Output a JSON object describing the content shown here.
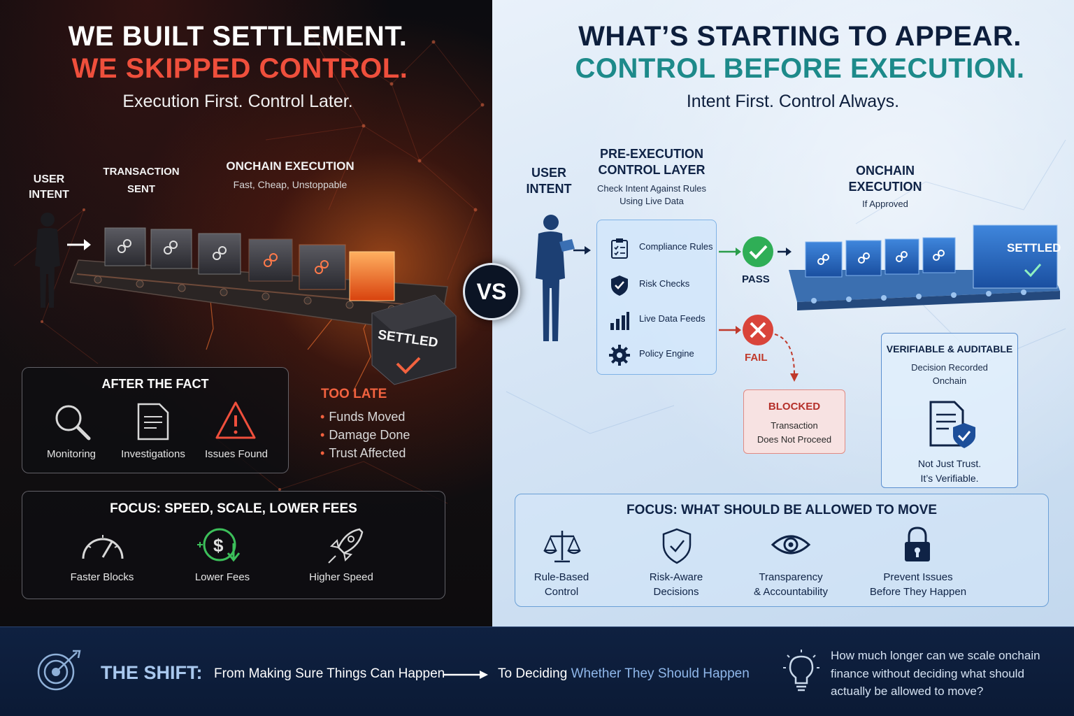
{
  "left": {
    "title_line1": "WE BUILT SETTLEMENT.",
    "title_line2": "WE SKIPPED CONTROL.",
    "subtitle": "Execution First. Control Later.",
    "flow": {
      "user_intent": "USER\nINTENT",
      "transaction_sent": "TRANSACTION\nSENT",
      "onchain_title": "ONCHAIN EXECUTION",
      "onchain_sub": "Fast, Cheap, Unstoppable",
      "settled": "SETTLED"
    },
    "after_the_fact": {
      "title": "AFTER THE FACT",
      "items": [
        {
          "label": "Monitoring",
          "icon": "magnifier-icon"
        },
        {
          "label": "Investigations",
          "icon": "document-icon"
        },
        {
          "label": "Issues Found",
          "icon": "warning-icon"
        }
      ]
    },
    "too_late": {
      "title": "TOO LATE",
      "items": [
        "Funds Moved",
        "Damage Done",
        "Trust Affected"
      ]
    },
    "focus": {
      "title": "FOCUS: SPEED, SCALE, LOWER FEES",
      "items": [
        {
          "label": "Faster Blocks",
          "icon": "speedometer-icon"
        },
        {
          "label": "Lower Fees",
          "icon": "dollar-down-icon"
        },
        {
          "label": "Higher Speed",
          "icon": "rocket-icon"
        }
      ]
    },
    "accent_color": "#ef4f3c"
  },
  "vs_label": "VS",
  "right": {
    "title_line1": "WHAT’S STARTING TO APPEAR.",
    "title_line2": "CONTROL BEFORE EXECUTION.",
    "subtitle": "Intent First. Control Always.",
    "flow": {
      "user_intent": "USER\nINTENT",
      "pre_exec_title": "PRE-EXECUTION\nCONTROL LAYER",
      "pre_exec_sub": "Check Intent Against Rules\nUsing Live Data",
      "onchain_title": "ONCHAIN\nEXECUTION",
      "onchain_sub": "If Approved",
      "settled": "SETTLED",
      "pass": "PASS",
      "fail": "FAIL"
    },
    "control_items": [
      {
        "label": "Compliance Rules",
        "icon": "clipboard-checklist-icon"
      },
      {
        "label": "Risk Checks",
        "icon": "shield-check-icon"
      },
      {
        "label": "Live Data Feeds",
        "icon": "bar-chart-icon"
      },
      {
        "label": "Policy Engine",
        "icon": "gear-icon"
      }
    ],
    "blocked": {
      "title": "BLOCKED",
      "text": "Transaction\nDoes Not Proceed"
    },
    "verifiable": {
      "title": "VERIFIABLE & AUDITABLE",
      "text": "Decision Recorded\nOnchain",
      "bottom": "Not Just Trust.\nIt’s Verifiable."
    },
    "focus": {
      "title": "FOCUS: WHAT SHOULD BE ALLOWED TO MOVE",
      "items": [
        {
          "label": "Rule-Based\nControl",
          "icon": "scales-icon"
        },
        {
          "label": "Risk-Aware\nDecisions",
          "icon": "shield-check-icon"
        },
        {
          "label": "Transparency\n& Accountability",
          "icon": "eye-icon"
        },
        {
          "label": "Prevent Issues\nBefore They Happen",
          "icon": "lock-icon"
        }
      ]
    },
    "accent_color": "#1d8a8a"
  },
  "bottom": {
    "shift_label": "THE SHIFT:",
    "from_text": "From Making Sure Things Can Happen",
    "to_text_prefix": "To Deciding",
    "to_text_highlight": "Whether They Should Happen",
    "question": "How much longer can we scale onchain finance without deciding what should actually be allowed to move?"
  }
}
